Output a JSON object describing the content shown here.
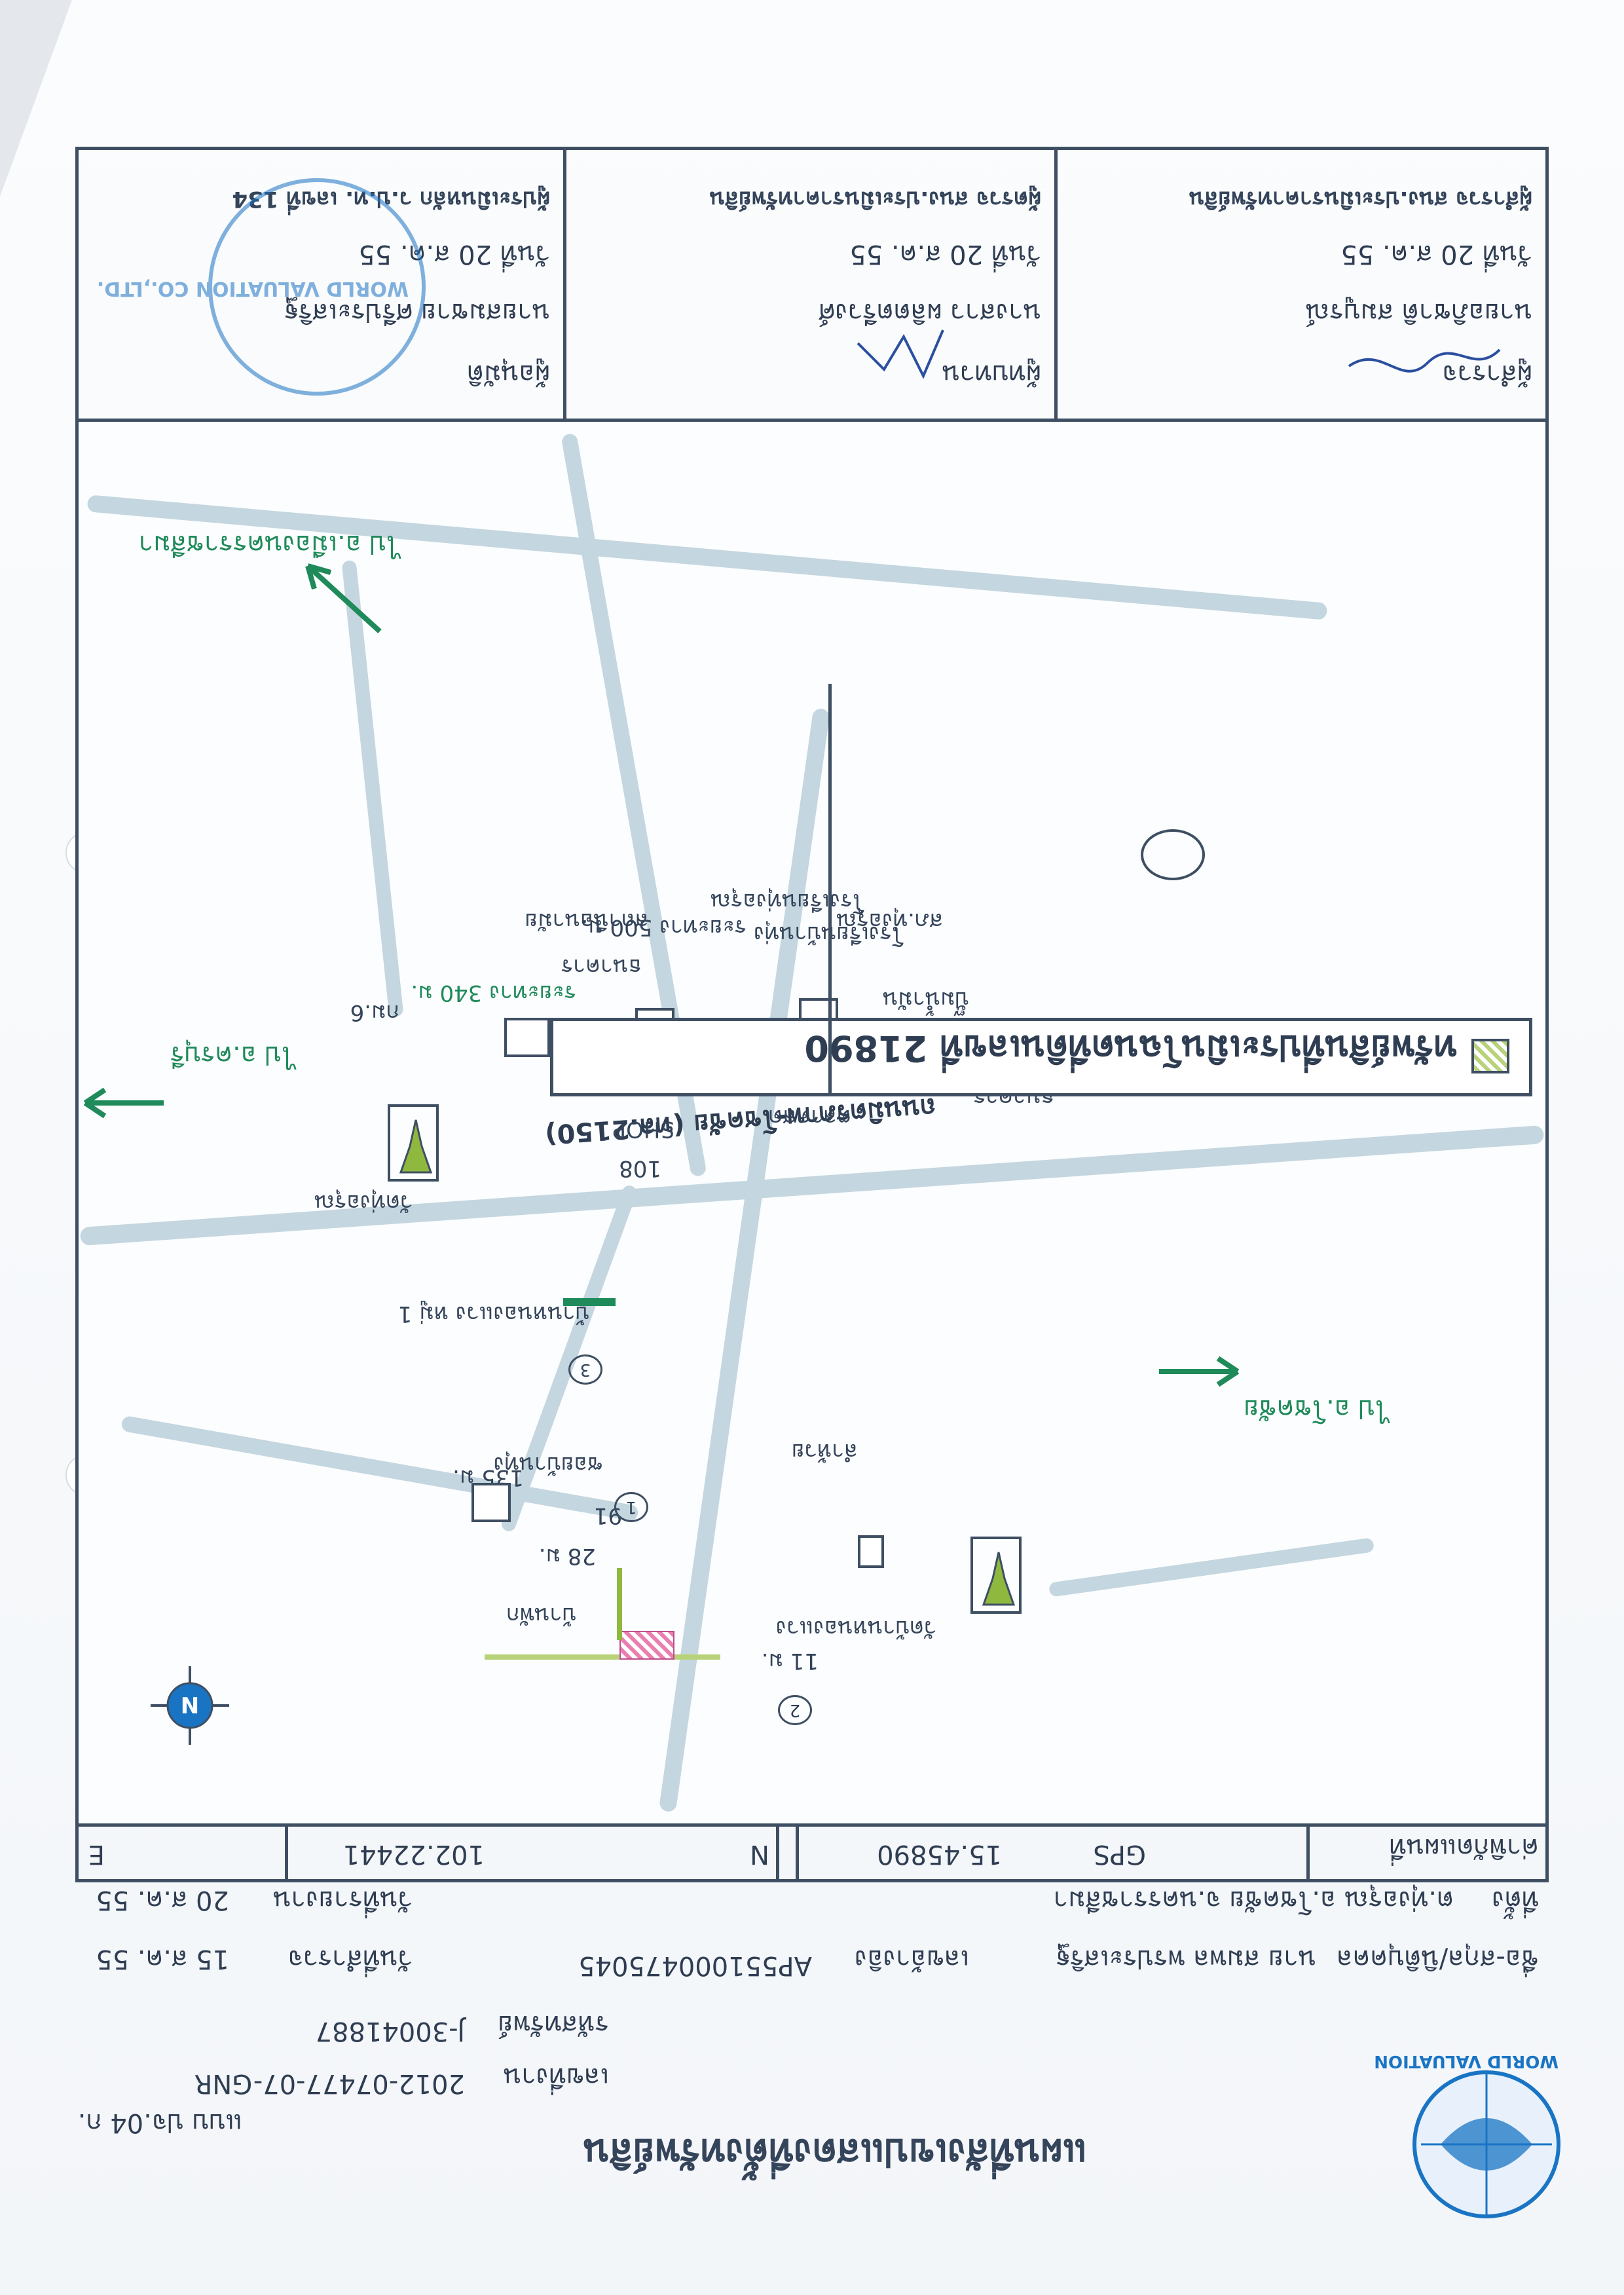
{
  "document": {
    "title": "แผนที่สังเขปแสดงที่ตั้งทรัพย์สิน",
    "form_code": "แบบ ปจ.04 ก.",
    "report_no_label": "เลขที่งาน",
    "report_no": "2012-07477-07-GNR",
    "inspect_no_label": "รหัสทรัพย์",
    "inspect_no": "J-30041887",
    "client_label": "ชื่อ-สกุล/นิติบุคคล",
    "client_name": "นาย สมพล พรประเสริฐ",
    "area_label": "ที่ตั้ง",
    "area_value": "ต.ทุ่งอรุณ อ.โชคชัย จ.นครราชสีมา",
    "ref_label": "เลขอ้างอิง",
    "ref_value": "AP551000475045",
    "appraise_date_label": "วันที่สำรวจ",
    "appraise_date": "15 ส.ค. 55",
    "report_date_label": "วันที่รายงาน",
    "report_date": "20 ส.ค. 55",
    "coord_label": "ค่าพิกัดแผนที่",
    "gps_label": "GPS",
    "gps_n": "15.45890",
    "gps_n_axis": "N",
    "gps_e": "102.22441",
    "gps_e_axis": "E",
    "legend_text": "ทรัพย์สินที่ประเมินโฉนดที่ดินเลขที่ 21890"
  },
  "map_labels": {
    "to_north": "ไป อ.โชคชัย",
    "to_south": "ไป อ.ครบุรี",
    "to_west": "ไป อ.เมืองนครราชสีมา",
    "main_road": "ถนนมิตรภาพ-โชคชัย (ทล.2150)",
    "km": "กม.6",
    "shop_num": "108",
    "shop": "SHOP",
    "market": "ตลาดสด",
    "temple1": "วัดทุ่งอรุณ",
    "temple2": "วัดบ้านหนองแวง",
    "school": "โรงเรียนบ้านทุ่ง",
    "school2": "โรงเรียนทุ่งอรุณ",
    "health": "สถานีอนามัย",
    "police": "สภ.ทุ่งอรุณ",
    "bank1": "ธนาคาร",
    "bank2": "ธนาคาร",
    "pump": "ปั๊มน้ำมัน",
    "distance1": "ระยะทาง 500 ม.",
    "distance2": "ระยะทาง 340 ม.",
    "distance3": "135 ม.",
    "distance4": "28 ม.",
    "distance5": "11 ม.",
    "lot_num": "91",
    "village": "บ้านหนองแวง หมู่ 1",
    "alley": "ซอยบ้านทุ่ง",
    "house": "บ้านพัก",
    "canal": "ลำห้วย",
    "c1": "1",
    "c2": "2",
    "c3": "3"
  },
  "signatures": [
    {
      "role": "ผู้สำรวจ",
      "name": "นายอภิชาติ สมบูรณ์",
      "date_label": "วันที่",
      "date": "20 ส.ค. 55",
      "position": "ผู้สำรวจ สนง.ประเมินราคาทรัพย์สิน"
    },
    {
      "role": "ผู้ทบทวน",
      "name": "นางสาว ผลิตตรีวงศ์",
      "date_label": "วันที่",
      "date": "20 ส.ค. 55",
      "position": "ผู้ตรวจ สนง.ประเมินราคาทรัพย์สิน"
    },
    {
      "role": "ผู้อนุมัติ",
      "name": "นายสมชาย ศรีประเสริฐ",
      "date_label": "วันที่",
      "date": "20 ส.ค. 55",
      "position": "ผู้ประเมินหลัก ว.ป.ท. เลขที่ 134"
    }
  ],
  "company": {
    "logo_text": "WORLD VALUATION",
    "stamp_text": "WORLD VALUATION CO.,LTD."
  },
  "colors": {
    "border": "#3f4f63",
    "road": "#c4d6df",
    "arrow": "#1f8a5a",
    "site": "#e97fb0",
    "site_road": "#b8d27a",
    "logo": "#1a74c4"
  }
}
